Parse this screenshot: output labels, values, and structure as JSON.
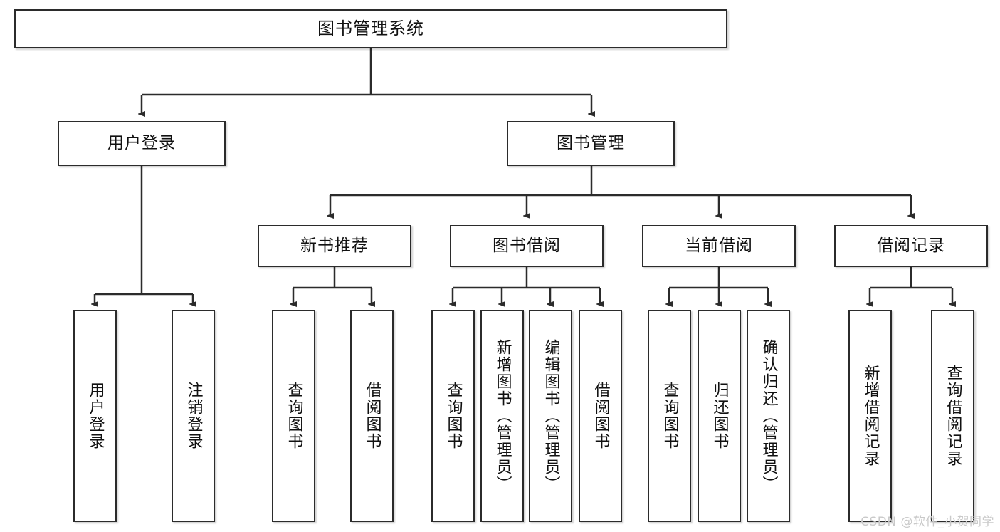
{
  "diagram": {
    "type": "tree",
    "title": "图书管理系统",
    "watermark": "CSDN @软件_小贺同学",
    "colors": {
      "box_border": "#2b2b2b",
      "box_fill": "#ffffff",
      "connector": "#2b2b2b",
      "text": "#111111",
      "watermark": "#c9c9c9"
    },
    "levels": {
      "root": {
        "label": "图书管理系统"
      },
      "level2": [
        {
          "label": "用户登录"
        },
        {
          "label": "图书管理"
        }
      ],
      "level3": [
        {
          "label": "新书推荐"
        },
        {
          "label": "图书借阅"
        },
        {
          "label": "当前借阅"
        },
        {
          "label": "借阅记录"
        }
      ],
      "leaves": {
        "user_login": [
          {
            "label": "用户登录"
          },
          {
            "label": "注销登录"
          }
        ],
        "new_book_recommend": [
          {
            "label": "查询图书"
          },
          {
            "label": "借阅图书"
          }
        ],
        "book_borrow": [
          {
            "label": "查询图书"
          },
          {
            "label": "新增图书（管理员）"
          },
          {
            "label": "编辑图书（管理员）"
          },
          {
            "label": "借阅图书"
          }
        ],
        "current_borrow": [
          {
            "label": "查询图书"
          },
          {
            "label": "归还图书"
          },
          {
            "label": "确认归还（管理员）"
          }
        ],
        "borrow_record": [
          {
            "label": "新增借阅记录"
          },
          {
            "label": "查询借阅记录"
          }
        ]
      }
    }
  }
}
